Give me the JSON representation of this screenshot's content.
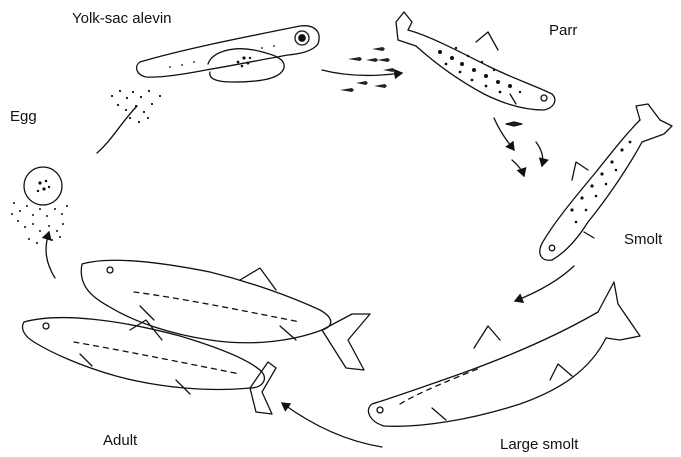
{
  "stages": {
    "yolk_sac_alevin": "Yolk-sac alevin",
    "parr": "Parr",
    "egg": "Egg",
    "smolt": "Smolt",
    "adult": "Adult",
    "large_smolt": "Large smolt"
  },
  "colors": {
    "ink": "#111111",
    "background": "#ffffff"
  }
}
